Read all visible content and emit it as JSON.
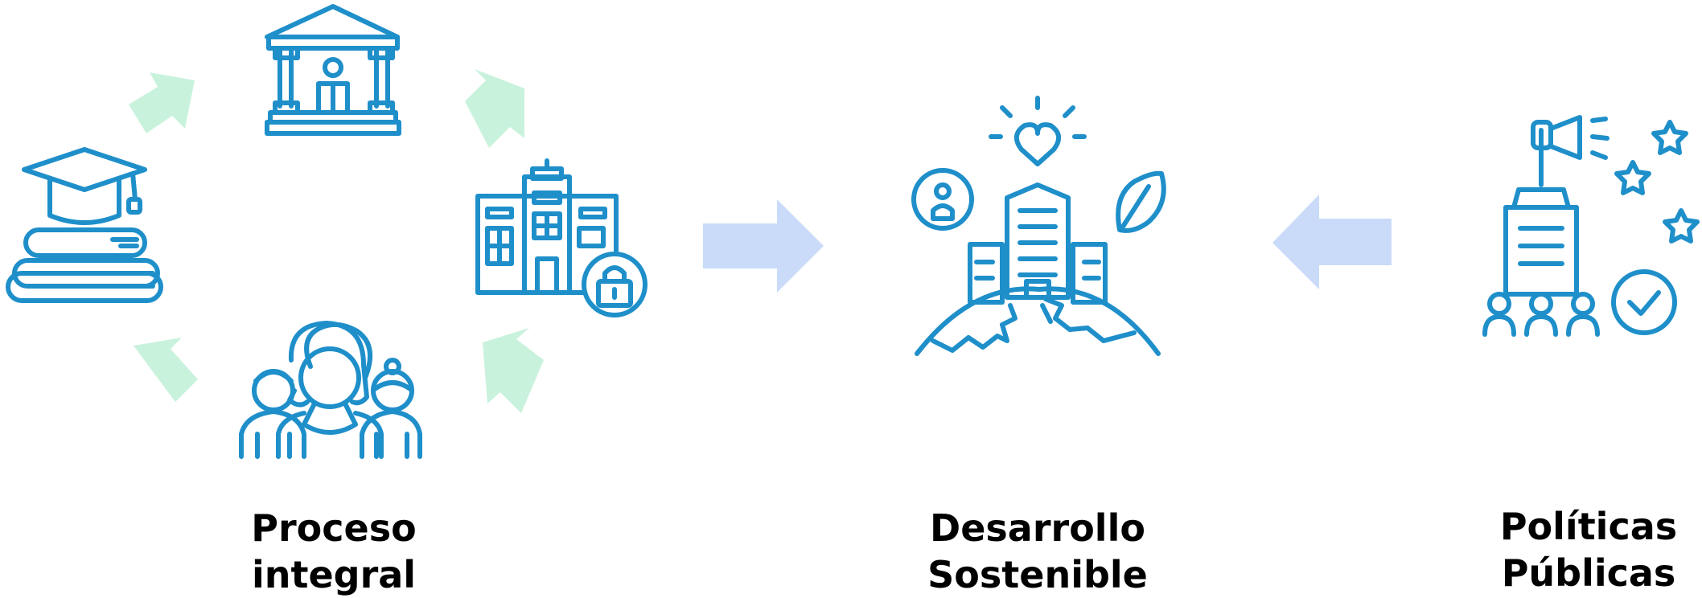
{
  "labels": {
    "proceso": [
      "Proceso",
      "integral"
    ],
    "desarrollo": [
      "Desarrollo",
      "Sostenible"
    ],
    "politicas": [
      "Políticas",
      "Públicas"
    ]
  },
  "colors": {
    "icon": "#1f8fca",
    "cycle_arrow": "#c9f2dc",
    "flow_arrow": "#c9dbf8",
    "text": "#000000"
  },
  "icons": [
    "graduation-books-icon",
    "bank-building-icon",
    "locked-building-icon",
    "family-group-icon",
    "sustainable-city-globe-icon",
    "public-policy-megaphone-icon"
  ]
}
